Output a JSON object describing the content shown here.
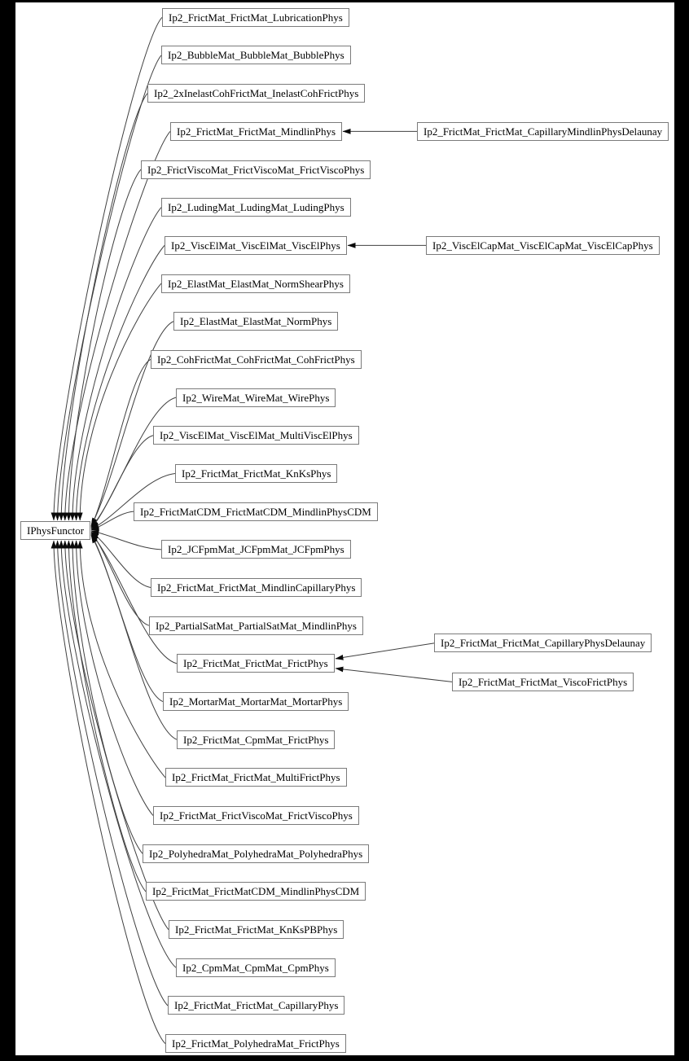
{
  "colors": {
    "background": "#000000",
    "canvas": "#ffffff",
    "box_border": "#7b7b7b",
    "box_fill": "#ffffff",
    "edge_stroke": "#404040",
    "arrow_fill": "#0a0a0a",
    "text": "#000000"
  },
  "root": {
    "label": "IPhysFunctor"
  },
  "derived_classes": [
    "Ip2_FrictMat_FrictMat_LubricationPhys",
    "Ip2_BubbleMat_BubbleMat_BubblePhys",
    "Ip2_2xInelastCohFrictMat_InelastCohFrictPhys",
    "Ip2_FrictMat_FrictMat_MindlinPhys",
    "Ip2_FrictViscoMat_FrictViscoMat_FrictViscoPhys",
    "Ip2_LudingMat_LudingMat_LudingPhys",
    "Ip2_ViscElMat_ViscElMat_ViscElPhys",
    "Ip2_ElastMat_ElastMat_NormShearPhys",
    "Ip2_ElastMat_ElastMat_NormPhys",
    "Ip2_CohFrictMat_CohFrictMat_CohFrictPhys",
    "Ip2_WireMat_WireMat_WirePhys",
    "Ip2_ViscElMat_ViscElMat_MultiViscElPhys",
    "Ip2_FrictMat_FrictMat_KnKsPhys",
    "Ip2_FrictMatCDM_FrictMatCDM_MindlinPhysCDM",
    "Ip2_JCFpmMat_JCFpmMat_JCFpmPhys",
    "Ip2_FrictMat_FrictMat_MindlinCapillaryPhys",
    "Ip2_PartialSatMat_PartialSatMat_MindlinPhys",
    "Ip2_FrictMat_FrictMat_FrictPhys",
    "Ip2_MortarMat_MortarMat_MortarPhys",
    "Ip2_FrictMat_CpmMat_FrictPhys",
    "Ip2_FrictMat_FrictMat_MultiFrictPhys",
    "Ip2_FrictMat_FrictViscoMat_FrictViscoPhys",
    "Ip2_PolyhedraMat_PolyhedraMat_PolyhedraPhys",
    "Ip2_FrictMat_FrictMatCDM_MindlinPhysCDM",
    "Ip2_FrictMat_FrictMat_KnKsPBPhys",
    "Ip2_CpmMat_CpmMat_CpmPhys",
    "Ip2_FrictMat_FrictMat_CapillaryPhys",
    "Ip2_FrictMat_PolyhedraMat_FrictPhys"
  ],
  "leaf_classes": [
    {
      "label": "Ip2_FrictMat_FrictMat_CapillaryMindlinPhysDelaunay",
      "parent": "Ip2_FrictMat_FrictMat_MindlinPhys"
    },
    {
      "label": "Ip2_ViscElCapMat_ViscElCapMat_ViscElCapPhys",
      "parent": "Ip2_ViscElMat_ViscElMat_ViscElPhys"
    },
    {
      "label": "Ip2_FrictMat_FrictMat_CapillaryPhysDelaunay",
      "parent": "Ip2_FrictMat_FrictMat_FrictPhys"
    },
    {
      "label": "Ip2_FrictMat_FrictMat_ViscoFrictPhys",
      "parent": "Ip2_FrictMat_FrictMat_FrictPhys"
    }
  ]
}
